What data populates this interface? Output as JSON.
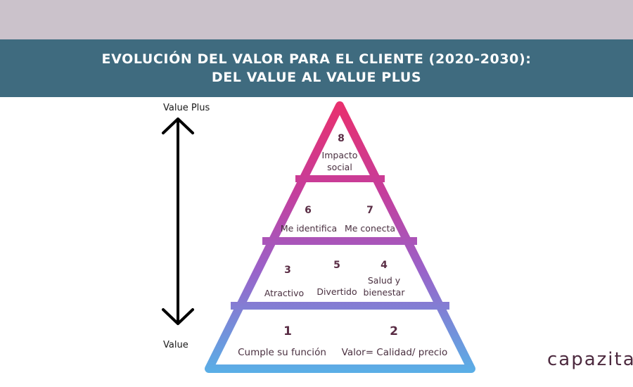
{
  "header": {
    "title_line1": "EVOLUCIÓN DEL VALOR PARA EL CLIENTE (2020-2030):",
    "title_line2": "DEL VALUE AL VALUE PLUS"
  },
  "axis": {
    "top_label": "Value Plus",
    "bottom_label": "Value"
  },
  "pyramid": {
    "levels": [
      {
        "items": [
          {
            "number": "8",
            "label_lines": [
              "Impacto",
              "social"
            ]
          }
        ]
      },
      {
        "items": [
          {
            "number": "6",
            "label_lines": [
              "Me identifica"
            ]
          },
          {
            "number": "7",
            "label_lines": [
              "Me conecta"
            ]
          }
        ]
      },
      {
        "items": [
          {
            "number": "3",
            "label_lines": [
              "Atractivo"
            ]
          },
          {
            "number": "5",
            "label_lines": [
              "Divertido"
            ]
          },
          {
            "number": "4",
            "label_lines": [
              "Salud y",
              "bienestar"
            ]
          }
        ]
      },
      {
        "items": [
          {
            "number": "1",
            "label_lines": [
              "Cumple su función"
            ]
          },
          {
            "number": "2",
            "label_lines": [
              "Valor= Calidad/ precio"
            ]
          }
        ]
      }
    ],
    "gradient_colors": [
      "#e8306e",
      "#c53e9c",
      "#9a62c9",
      "#5aaee6"
    ]
  },
  "brand": {
    "name": "capazita"
  }
}
